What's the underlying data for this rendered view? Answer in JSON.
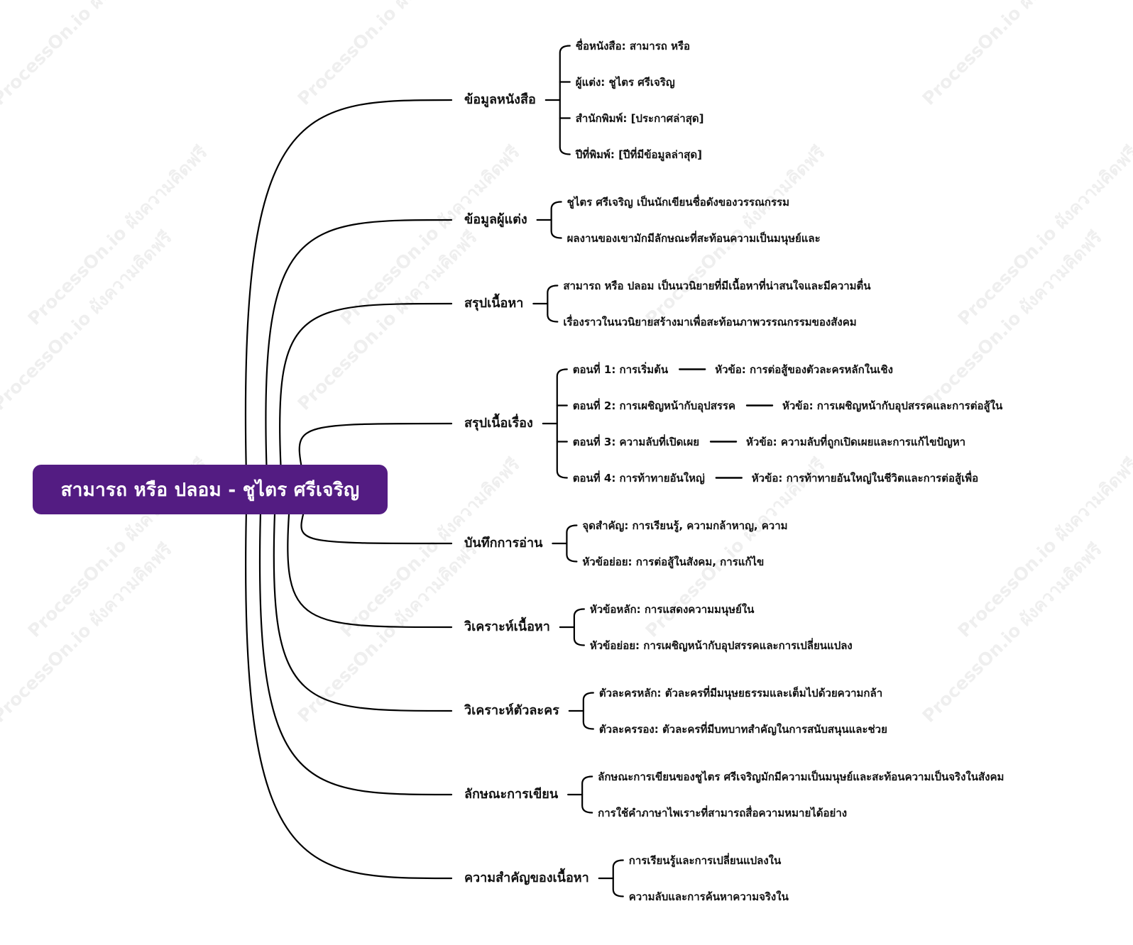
{
  "root": {
    "label": "สามารถ หรือ ปลอม - ชูไตร ศรีเจริญ",
    "color": "#531c82"
  },
  "watermark_texts": [
    "ProcessOn.io ผังความคิดฟรี"
  ],
  "branches": [
    {
      "label": "ข้อมูลหนังสือ",
      "children": [
        {
          "label": "ชื่อหนังสือ: สามารถ หรือ"
        },
        {
          "label": "ผู้แต่ง: ชูไตร ศรีเจริญ"
        },
        {
          "label": "สำนักพิมพ์: [ประกาศล่าสุด]"
        },
        {
          "label": "ปีที่พิมพ์: [ปีที่มีข้อมูลล่าสุด]"
        }
      ]
    },
    {
      "label": "ข้อมูลผู้แต่ง",
      "children": [
        {
          "label": "ชูไตร ศรีเจริญ เป็นนักเขียนชื่อดังของวรรณกรรม"
        },
        {
          "label": "ผลงานของเขามักมีลักษณะที่สะท้อนความเป็นมนุษย์และ"
        }
      ]
    },
    {
      "label": "สรุปเนื้อหา",
      "children": [
        {
          "label": "สามารถ หรือ ปลอม เป็นนวนิยายที่มีเนื้อหาที่น่าสนใจและมีความตื่น"
        },
        {
          "label": "เรื่องราวในนวนิยายสร้างมาเพื่อสะท้อนภาพวรรณกรรมของสังคม"
        }
      ]
    },
    {
      "label": "สรุปเนื้อเรื่อง",
      "children": [
        {
          "label": "ตอนที่ 1: การเริ่มต้น",
          "detail": "หัวข้อ: การต่อสู้ของตัวละครหลักในเชิง"
        },
        {
          "label": "ตอนที่ 2: การเผชิญหน้ากับอุปสรรค",
          "detail": "หัวข้อ: การเผชิญหน้ากับอุปสรรคและการต่อสู้ใน"
        },
        {
          "label": "ตอนที่ 3: ความลับที่เปิดเผย",
          "detail": "หัวข้อ: ความลับที่ถูกเปิดเผยและการแก้ไขปัญหา"
        },
        {
          "label": "ตอนที่ 4: การท้าทายอันใหญ่",
          "detail": "หัวข้อ: การท้าทายอันใหญ่ในชีวิตและการต่อสู้เพื่อ"
        }
      ]
    },
    {
      "label": "บันทึกการอ่าน",
      "children": [
        {
          "label": "จุดสำคัญ: การเรียนรู้, ความกล้าหาญ, ความ"
        },
        {
          "label": "หัวข้อย่อย: การต่อสู้ในสังคม, การแก้ไข"
        }
      ]
    },
    {
      "label": "วิเคราะห์เนื้อหา",
      "children": [
        {
          "label": "หัวข้อหลัก: การแสดงความมนุษย์ใน"
        },
        {
          "label": "หัวข้อย่อย: การเผชิญหน้ากับอุปสรรคและการเปลี่ยนแปลง"
        }
      ]
    },
    {
      "label": "วิเคราะห์ตัวละคร",
      "children": [
        {
          "label": "ตัวละครหลัก: ตัวละครที่มีมนุษยธรรมและเต็มไปด้วยความกล้า"
        },
        {
          "label": "ตัวละครรอง: ตัวละครที่มีบทบาทสำคัญในการสนับสนุนและช่วย"
        }
      ]
    },
    {
      "label": "ลักษณะการเขียน",
      "children": [
        {
          "label": "ลักษณะการเขียนของชูไตร ศรีเจริญมักมีความเป็นมนุษย์และสะท้อนความเป็นจริงในสังคม"
        },
        {
          "label": "การใช้คำภาษาไพเราะที่สามารถสื่อความหมายได้อย่าง"
        }
      ]
    },
    {
      "label": "ความสำคัญของเนื้อหา",
      "children": [
        {
          "label": "การเรียนรู้และการเปลี่ยนแปลงใน"
        },
        {
          "label": "ความลับและการค้นหาความจริงใน"
        }
      ]
    }
  ]
}
